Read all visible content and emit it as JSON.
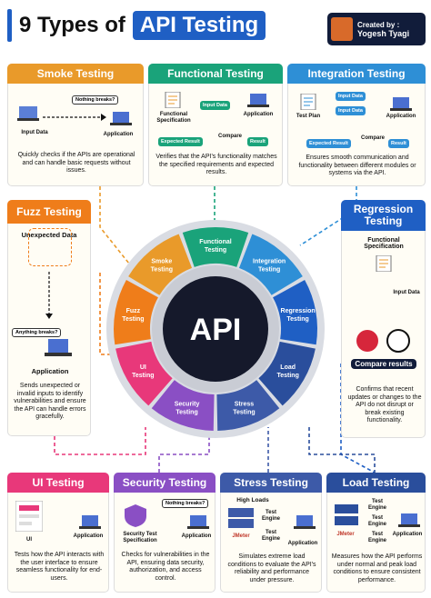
{
  "header": {
    "title_part1": "9 Types of",
    "title_part2": "API Testing",
    "credit_line1": "Created by :",
    "credit_line2": "Yogesh Tyagi"
  },
  "center": {
    "label": "API"
  },
  "wheel": [
    "Functional Testing",
    "Integration Testing",
    "Regression Testing",
    "Load Testing",
    "Stress Testing",
    "Security Testing",
    "UI Testing",
    "Fuzz Testing",
    "Smoke Testing"
  ],
  "smoke": {
    "title": "Smoke Testing",
    "bubble": "Nothing breaks?",
    "input": "Input Data",
    "app": "Application",
    "desc": "Quickly checks if the APIs are operational and can handle basic requests without issues."
  },
  "functional": {
    "title": "Functional Testing",
    "spec": "Functional Specification",
    "input": "Input Data",
    "app": "Application",
    "expected": "Expected Result",
    "compare": "Compare",
    "result": "Result",
    "desc": "Verifies that the API's functionality matches the specified requirements and expected results."
  },
  "integration": {
    "title": "Integration Testing",
    "plan": "Test Plan",
    "input1": "Input Data",
    "input2": "Input Data",
    "app": "Application",
    "expected": "Expected Result",
    "compare": "Compare",
    "result": "Result",
    "desc": "Ensures smooth communication and functionality between different modules or systems via the API."
  },
  "fuzz": {
    "title": "Fuzz Testing",
    "unexpected": "Unexpected Data",
    "bubble": "Anything breaks?",
    "app": "Application",
    "desc": "Sends unexpected or invalid inputs to identify vulnerabilities and ensure the API can handle errors gracefully."
  },
  "regression": {
    "title": "Regression Testing",
    "spec": "Functional Specification",
    "input": "Input Data",
    "compare": "Compare results",
    "desc": "Confirms that recent updates or changes to the API do not disrupt or break existing functionality."
  },
  "ui": {
    "title": "UI Testing",
    "ui_label": "UI",
    "app": "Application",
    "desc": "Tests how the API interacts with the user interface to ensure seamless functionality for end-users."
  },
  "security": {
    "title": "Security Testing",
    "bubble": "Nothing breaks?",
    "spec": "Security Test Specification",
    "app": "Application",
    "desc": "Checks for vulnerabilities in the API, ensuring data security, authorization, and access control."
  },
  "stress": {
    "title": "Stress Testing",
    "high": "High Loads",
    "engine1": "Test Engine",
    "engine2": "Test Engine",
    "jmeter": "JMeter",
    "app": "Application",
    "desc": "Simulates extreme load conditions to evaluate the API's reliability and performance under pressure."
  },
  "load": {
    "title": "Load Testing",
    "engine1": "Test Engine",
    "engine2": "Test Engine",
    "engine3": "Test Engine",
    "jmeter": "JMeter",
    "app": "Application",
    "desc": "Measures how the API performs under normal and peak load conditions to ensure consistent performance."
  },
  "colors": {
    "smoke": "#e99a2a",
    "functional": "#1aa37a",
    "integration": "#2e8fd6",
    "fuzz": "#ef7d1a",
    "regression": "#1f5fc4",
    "ui": "#e8387a",
    "security": "#8a4fc4",
    "stress": "#3d5aa8",
    "load": "#2a4e9c"
  }
}
